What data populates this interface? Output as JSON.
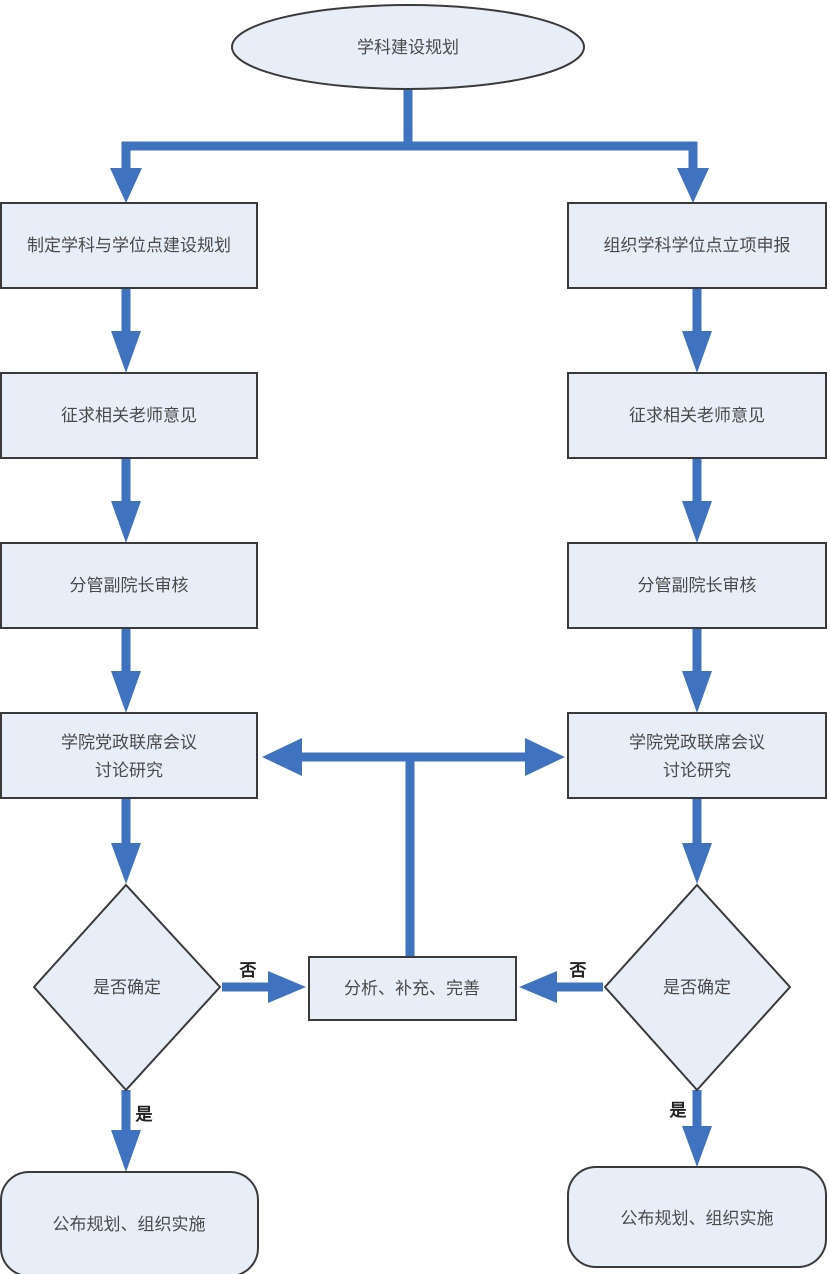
{
  "diagram": {
    "type": "flowchart",
    "colors": {
      "node_fill": "#e8eef8",
      "node_stroke": "#3a3a3a",
      "arrow": "#3f72bf",
      "text": "#4a4a4a"
    },
    "start": {
      "label": "学科建设规划"
    },
    "left_branch": {
      "steps": [
        {
          "label": "制定学科与学位点建设规划"
        },
        {
          "label": "征求相关老师意见"
        },
        {
          "label": "分管副院长审核"
        },
        {
          "label_line1": "学院党政联席会议",
          "label_line2": "讨论研究"
        }
      ],
      "decision": {
        "label": "是否确定"
      },
      "no_label": "否",
      "yes_label": "是",
      "end": {
        "label": "公布规划、组织实施"
      }
    },
    "right_branch": {
      "steps": [
        {
          "label": "组织学科学位点立项申报"
        },
        {
          "label": "征求相关老师意见"
        },
        {
          "label": "分管副院长审核"
        },
        {
          "label_line1": "学院党政联席会议",
          "label_line2": "讨论研究"
        }
      ],
      "decision": {
        "label": "是否确定"
      },
      "no_label": "否",
      "yes_label": "是",
      "end": {
        "label": "公布规划、组织实施"
      }
    },
    "revise": {
      "label": "分析、补充、完善"
    }
  }
}
